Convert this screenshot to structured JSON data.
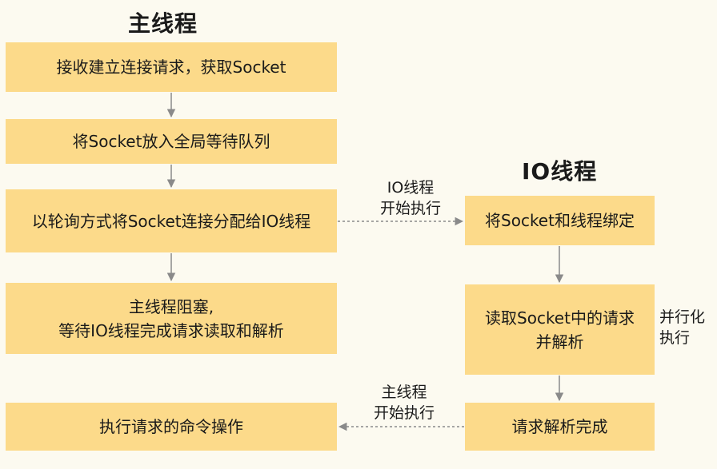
{
  "main_thread": {
    "title": "主线程",
    "steps": [
      {
        "lines": [
          "接收建立连接请求，获取Socket"
        ]
      },
      {
        "lines": [
          "将Socket放入全局等待队列"
        ]
      },
      {
        "lines": [
          "以轮询方式将Socket连接分配给IO线程"
        ]
      },
      {
        "lines": [
          "主线程阻塞,",
          "等待IO线程完成请求读取和解析"
        ]
      },
      {
        "lines": [
          "执行请求的命令操作"
        ]
      }
    ]
  },
  "io_thread": {
    "title": "IO线程",
    "steps": [
      {
        "lines": [
          "将Socket和线程绑定"
        ]
      },
      {
        "lines": [
          "读取Socket中的请求",
          "并解析"
        ]
      },
      {
        "lines": [
          "请求解析完成"
        ]
      }
    ],
    "side_label": [
      "并行化",
      "执行"
    ]
  },
  "handoffs": {
    "to_io": [
      "IO线程",
      "开始执行"
    ],
    "to_main": [
      "主线程",
      "开始执行"
    ]
  },
  "colors": {
    "box_fill": "#FCDA8A",
    "background": "#FCFAF0",
    "arrow": "#8a8a8a"
  }
}
